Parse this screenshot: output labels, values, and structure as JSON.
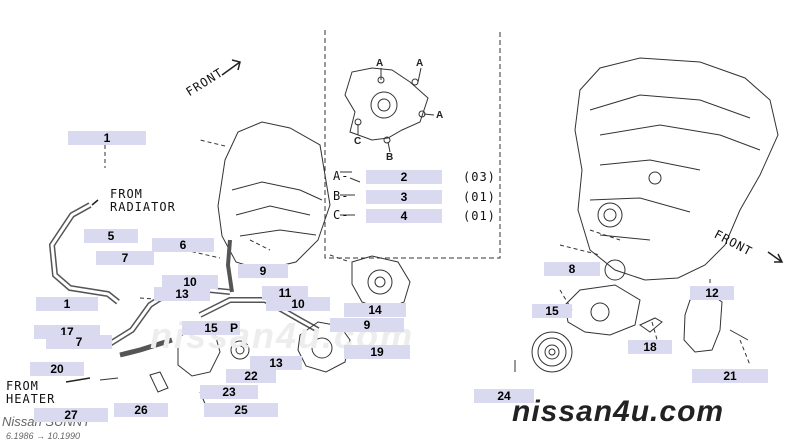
{
  "watermark": "nissan4u.com",
  "brand": "nissan4u.com",
  "model": "Nissan SUNNY",
  "dates": "6.1986 → 10.1990",
  "directions": {
    "front": "FRONT",
    "from_radiator": "FROM\nRADIATOR",
    "from_heater": "FROM\nHEATER"
  },
  "pump_view": {
    "a": "A",
    "b": "B",
    "c": "C"
  },
  "bolt_table": [
    {
      "letter": "A-",
      "part": "2",
      "qty": "(03)"
    },
    {
      "letter": "B-",
      "part": "3",
      "qty": "(01)"
    },
    {
      "letter": "C-",
      "part": "4",
      "qty": "(01)"
    }
  ],
  "callouts": [
    "1",
    "5",
    "7",
    "1",
    "17",
    "7",
    "20",
    "27",
    "26",
    "6",
    "10",
    "13",
    "9",
    "11",
    "10",
    "15",
    "P",
    "13",
    "22",
    "23",
    "25",
    "14",
    "9",
    "19",
    "8",
    "15",
    "12",
    "18",
    "21",
    "24"
  ]
}
